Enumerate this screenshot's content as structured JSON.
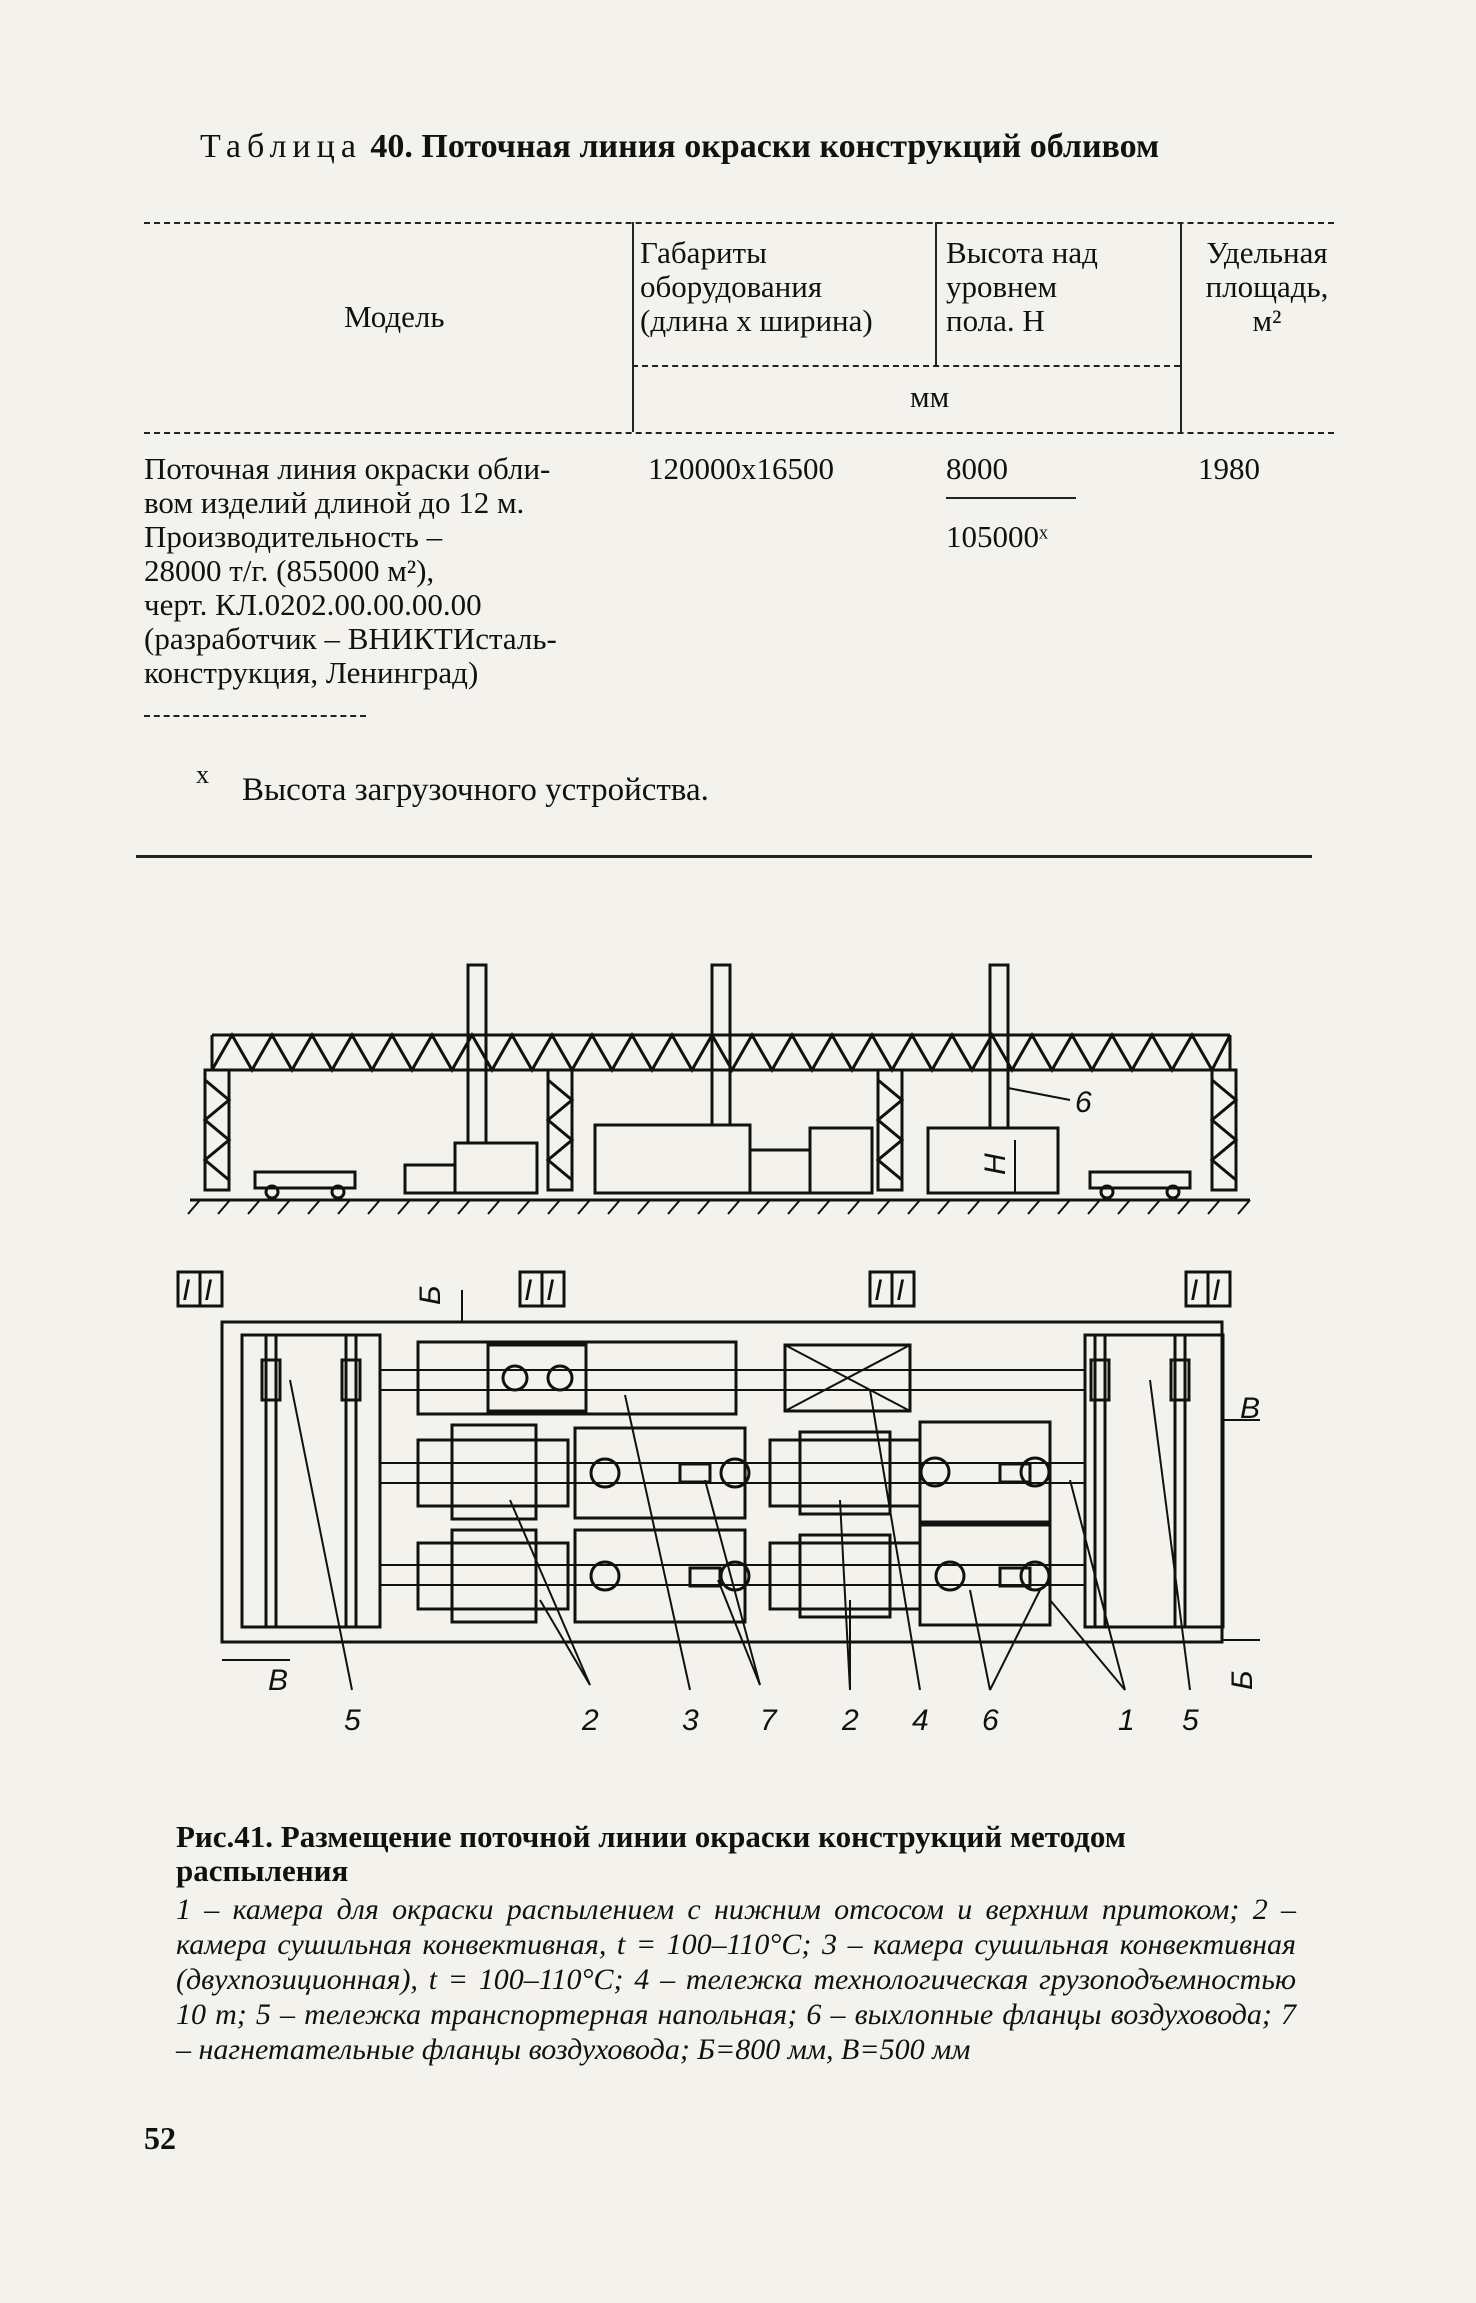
{
  "table": {
    "caption_label": "Таблица",
    "caption_number": "40.",
    "caption_title": "Поточная линия окраски конструкций обливом",
    "headers": {
      "model": "Модель",
      "dimensions": [
        "Габариты",
        "оборудования",
        "(длина х ширина)"
      ],
      "height": [
        "Высота над",
        "уровнем",
        "пола. H"
      ],
      "area": [
        "Удельная",
        "площадь,",
        "м²"
      ],
      "units": "мм"
    },
    "row": {
      "model_lines": [
        "Поточная линия окраски обли-",
        "вом изделий длиной до 12 м.",
        "Производительность –",
        "28000 т/г. (855000 м²),",
        "черт. КЛ.0202.00.00.00.00",
        "(разработчик – ВНИКТИсталь-",
        "конструкция, Ленинград)"
      ],
      "dimensions": "120000x16500",
      "height_top": "8000",
      "height_bottom": "105000ˣ",
      "area": "1980"
    },
    "footnote_mark": "x",
    "footnote": "Высота загрузочного устройства."
  },
  "figure": {
    "labels": {
      "H": "H",
      "six_top": "6",
      "section": "I",
      "B_cyr": "Б",
      "V": "В",
      "callouts": [
        "5",
        "2",
        "3",
        "7",
        "2",
        "4",
        "6",
        "1",
        "5"
      ]
    },
    "caption": "Рис.41. Размещение поточной линии окраски конструкций методом распыления",
    "legend": "1 – камера для окраски распылением с нижним отсосом и верхним притоком; 2 – камера сушильная конвективная, t = 100–110°С; 3 – камера сушильная конвективная (двухпозиционная), t = 100–110°С; 4 – тележка технологическая грузоподъемностью 10 т; 5 – тележка транспортерная напольная; 6 – выхлопные фланцы воздуховода; 7 – нагнетательные фланцы воздуховода; Б=800 мм, В=500 мм"
  },
  "page_number": "52"
}
